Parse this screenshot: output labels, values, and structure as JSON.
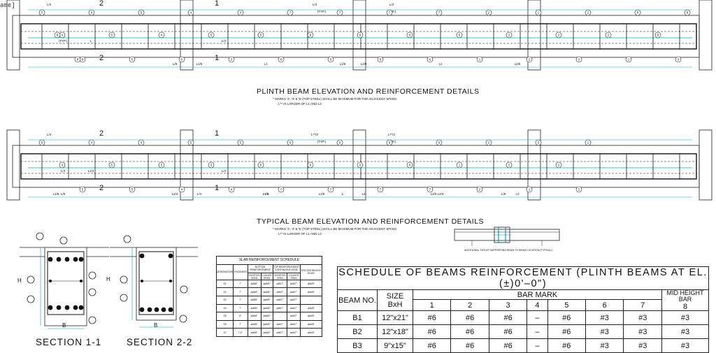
{
  "frame_tag": "ame]",
  "plinth": {
    "title": "PLINTH BEAM ELEVATION AND REINFORCEMENT DETAILS",
    "note1": "* MARKS '3', '4' & '5' (TOP STEEL) SHALL BE MAXIMUM FOR THE ADJACENT SPANS",
    "note2": "L** IS LARGER OF L1 AND L2",
    "dims": [
      "L/4",
      "L/3",
      "L/3",
      "(TYP.)",
      "(TYP.)",
      "L/4",
      "(TYP.)",
      "L",
      "L1",
      "L2",
      "L/8",
      "L1/8",
      "L1/8",
      "L2/8",
      "L2/8"
    ],
    "marks": [
      "5",
      "4",
      "5",
      "4",
      "5",
      "5",
      "5",
      "4",
      "5",
      "4",
      "5",
      "3",
      "4",
      "5",
      "6",
      "7",
      "6",
      "6",
      "7",
      "6",
      "6",
      "7",
      "6",
      "6",
      "7",
      "6",
      "1",
      "2",
      "2",
      "2",
      "1",
      "2",
      "2",
      "2",
      "2",
      "1",
      "8",
      "8",
      "3",
      "8",
      "8",
      "8"
    ],
    "sections": [
      "2",
      "1",
      "2",
      "1"
    ]
  },
  "typical": {
    "title": "TYPICAL BEAM ELEVATION AND REINFORCEMENT DETAILS",
    "note1": "* MARKS '3', '4' & '5' (TOP STEEL) SHALL BE MAXIMUM FOR THE ADJACENT SPANS",
    "note2": "L** IS LARGER OF L1 AND L2",
    "dims": [
      "L/4",
      "L**/3",
      "L**/3",
      "(TYP.)",
      "(TYP.)",
      "L/4",
      "L/4",
      "L1/4",
      "L1/4",
      "L2/4",
      "L2/4",
      "L/4",
      "L",
      "L1",
      "L2",
      "L/8",
      "L1/8",
      "L1/8",
      "L2/8",
      "L2/8",
      "L/8"
    ],
    "marks": [
      "5",
      "4",
      "5",
      "4",
      "5",
      "5",
      "4",
      "5",
      "4",
      "5",
      "3",
      "4",
      "5",
      "6",
      "7",
      "6",
      "6",
      "7",
      "6",
      "6",
      "7",
      "6",
      "6",
      "7",
      "6",
      "1",
      "2",
      "2",
      "2",
      "1",
      "2",
      "2",
      "2",
      "1"
    ],
    "sections": [
      "2",
      "1",
      "2",
      "1"
    ]
  },
  "detail_note": "ADDITIONAL TIES AT SUPPORTING BEAM TO BEAM LOCATION (TYPICAL)",
  "section11": {
    "title": "SECTION 1-1",
    "b": "B",
    "h": "H",
    "marks": [
      "3",
      "4",
      "8",
      "5",
      "6",
      "2",
      "1"
    ]
  },
  "section22": {
    "title": "SECTION 2-2",
    "b": "B",
    "h": "H",
    "marks": [
      "3",
      "8",
      "7",
      "2",
      "1"
    ]
  },
  "slab": {
    "title": "SLAB REINFORCEMENT SCHEDULE",
    "headers": [
      "DESIGNATION",
      "THICKNESS",
      "BOTTOM REINFORCEMENT",
      "TOP REINFORCEMENT CONTINUOUS EDGE",
      "DISCONTINUOUS EDGE"
    ],
    "subheaders": [
      "SHORTER SPAN",
      "LONGER SPAN",
      "SHORTER SPAN",
      "LONGER SPAN"
    ],
    "rows": [
      [
        "S1",
        "7\"",
        "ø#6/8\"",
        "ø#6/8\"",
        "ø#6/7\"",
        "ø#6/7\"",
        "ø#6/8\""
      ],
      [
        "S2",
        "7\"",
        "ø#6/8\"",
        "ø#6/8\"",
        "ø#6/7\"",
        "ø#6/7\"",
        "ø#6/8\""
      ],
      [
        "S3",
        "7\"",
        "ø#6/8\"",
        "ø#6/8\"",
        "ø#6/7\"",
        "ø#6/7\"",
        "-"
      ],
      [
        "S4",
        "7\"",
        "ø#6/8\"",
        "ø#6/8\"",
        "ø#6/7\"",
        "ø#6/7\"",
        "ø#6/8\""
      ],
      [
        "S5",
        "6\"",
        "ø#6/8\"",
        "ø#6/8\"",
        "-",
        "ø#6/7\"",
        "ø#6/8\""
      ],
      [
        "S6",
        "7\"",
        "ø#6/8\"",
        "ø#6/8\"",
        "ø#6/7\"",
        "ø#6/7\"",
        "ø#6/8\""
      ],
      [
        "S7",
        "7.5\"",
        "ø#6/8\"",
        "ø#6/8\"",
        "ø#6/7\"",
        "ø#6/7\"",
        "ø#6/8\""
      ]
    ]
  },
  "schedule": {
    "title": "SCHEDULE OF BEAMS REINFORCEMENT (PLINTH BEAMS AT EL.(±)0'–0\")",
    "beam_no": "BEAM NO.",
    "size": "SIZE",
    "size_sub": "BxH",
    "bar_mark": "BAR MARK",
    "mid_height": "MID HEIGHT BAR",
    "cols": [
      "1",
      "2",
      "3",
      "4",
      "5",
      "6",
      "7",
      "8"
    ],
    "rows": [
      {
        "beam": "B1",
        "size": "12\"x21\"",
        "bars": [
          "#6",
          "#6",
          "#6",
          "–",
          "#6",
          "#3",
          "#3",
          "#3"
        ]
      },
      {
        "beam": "B2",
        "size": "12\"x18\"",
        "bars": [
          "#6",
          "#6",
          "#6",
          "–",
          "#6",
          "#3",
          "#3",
          "#3"
        ]
      },
      {
        "beam": "B3",
        "size": "9\"x15\"",
        "bars": [
          "#6",
          "#6",
          "#6",
          "–",
          "#6",
          "#3",
          "#3",
          "#3"
        ]
      }
    ]
  }
}
